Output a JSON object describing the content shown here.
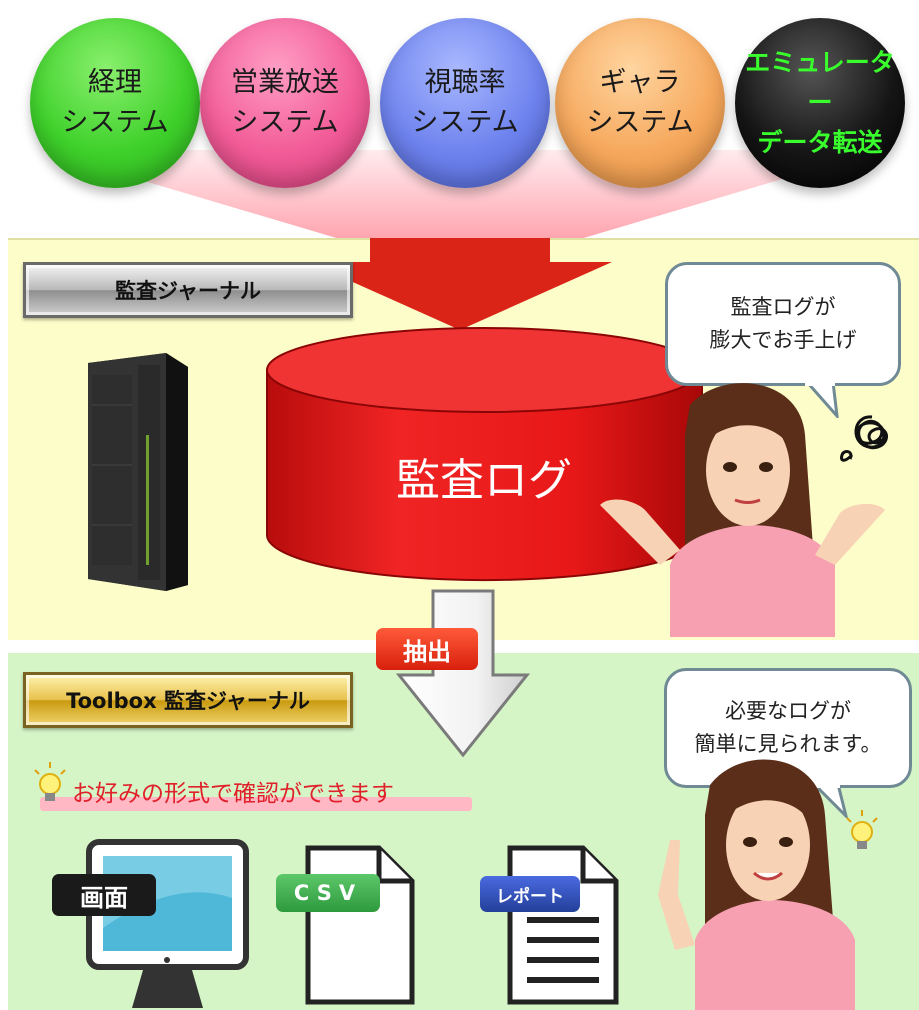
{
  "systems": [
    {
      "label": "経理\nシステム",
      "color": "#3fd12b"
    },
    {
      "label": "営業放送\nシステム",
      "color": "#f25c98"
    },
    {
      "label": "視聴率\nシステム",
      "color": "#6e83ee"
    },
    {
      "label": "ギャラ\nシステム",
      "color": "#f6a95e"
    },
    {
      "label": "エミュレーター\nデータ転送",
      "color": "#161616",
      "text_color": "#39ff2d"
    }
  ],
  "top_panel": {
    "title": "監査ジャーナル",
    "database_label": "監査ログ",
    "bubble_text": "監査ログが\n膨大でお手上げ"
  },
  "extract_label": "抽出",
  "bottom_panel": {
    "title": "Toolbox 監査ジャーナル",
    "tip": "お好みの形式で確認ができます",
    "bubble_text": "必要なログが\n簡単に見られます。",
    "outputs": [
      {
        "label": "画面",
        "icon": "monitor-icon"
      },
      {
        "label": "CSV",
        "icon": "document-icon"
      },
      {
        "label": "レポート",
        "icon": "report-icon"
      }
    ]
  },
  "colors": {
    "top_panel_bg": "#fdfdc9",
    "bottom_panel_bg": "#d5f5c6",
    "database_red": "#e81818",
    "tip_text": "#e0202a",
    "extract_tag": "#e02a10",
    "csv_tag": "#3aa84a",
    "report_tag": "#3050b8"
  }
}
